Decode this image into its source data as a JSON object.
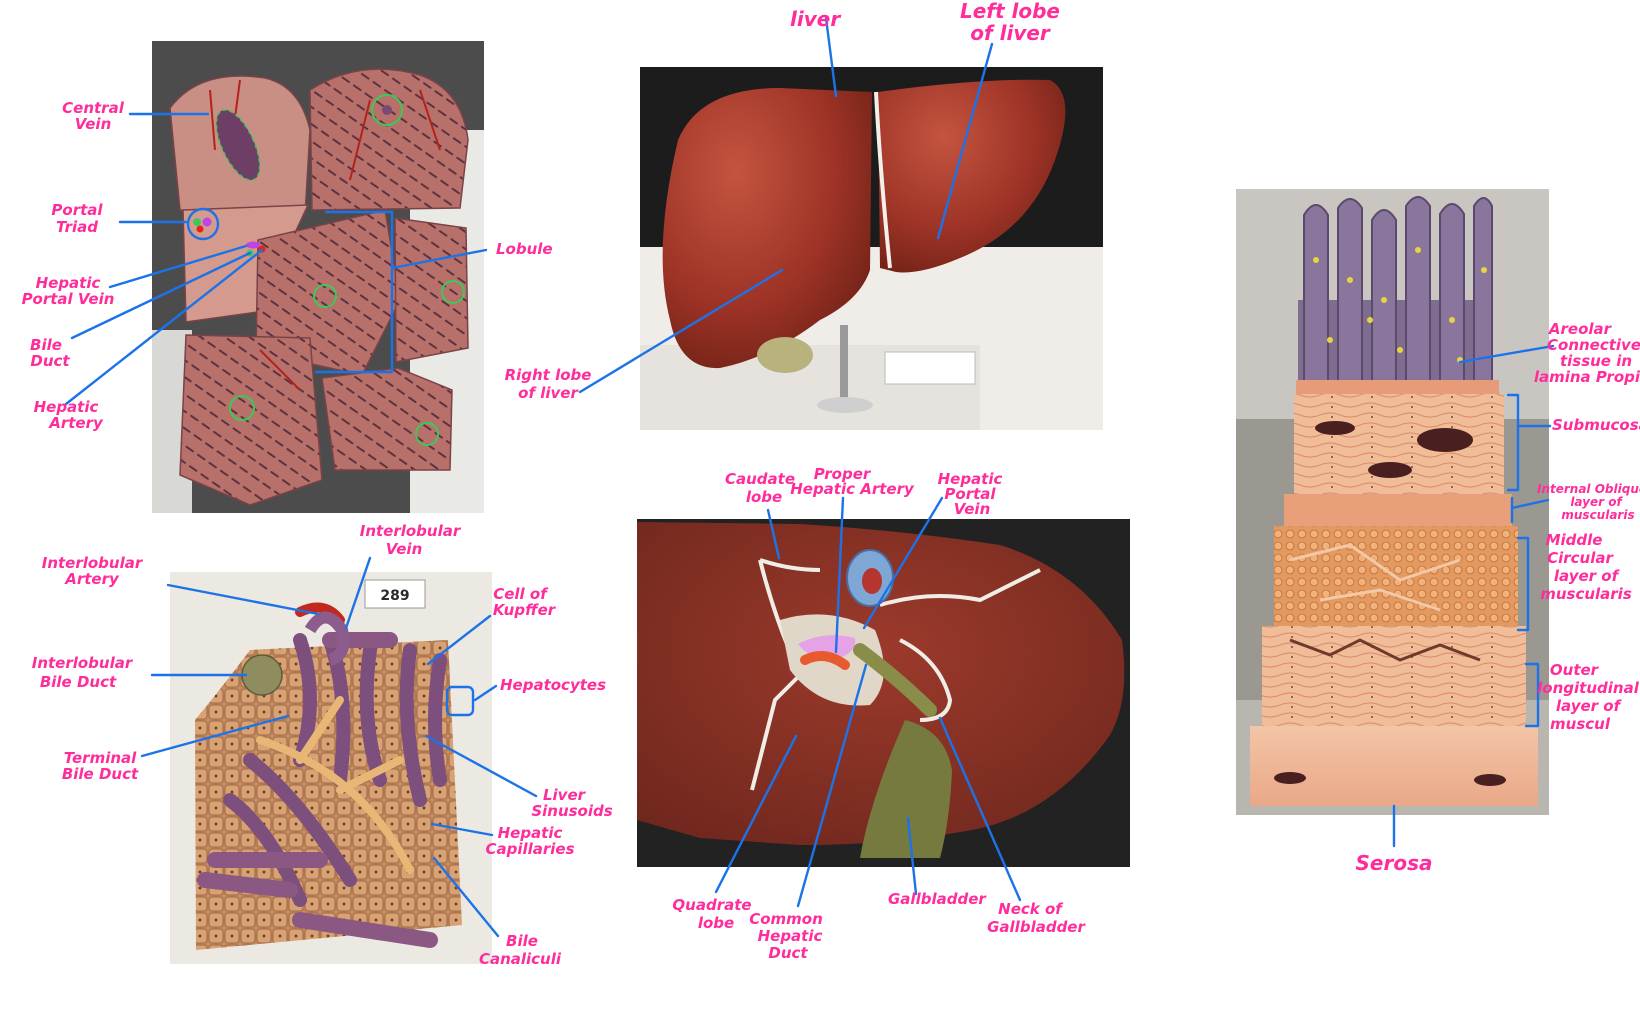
{
  "colors": {
    "label": "#ff2d9b",
    "leader": "#1c73e8",
    "marker_green": "#3ec85a"
  },
  "panel_lobule_model": {
    "labels": {
      "central_vein": [
        "Central",
        "Vein"
      ],
      "portal_triad": [
        "Portal",
        "Triad"
      ],
      "hepatic_portal_vein": [
        "Hepatic",
        "Portal Vein"
      ],
      "bile_duct": [
        "Bile",
        "Duct"
      ],
      "hepatic_artery": [
        "Hepatic",
        "Artery"
      ],
      "lobule": [
        "Lobule"
      ]
    }
  },
  "panel_liver_anterior": {
    "labels": {
      "liver": [
        "liver"
      ],
      "left_lobe": [
        "Left lobe",
        "of liver"
      ],
      "right_lobe": [
        "Right lobe",
        "of liver"
      ]
    }
  },
  "panel_microstructure": {
    "photo_number": "289",
    "labels": {
      "interlobular_artery": [
        "Interlobular",
        "Artery"
      ],
      "interlobular_vein": [
        "Interlobular",
        "Vein"
      ],
      "cell_of_kupffer": [
        "Cell of",
        "Kupffer"
      ],
      "interlobular_bile_duct": [
        "Interlobular",
        "Bile Duct"
      ],
      "hepatocytes": [
        "Hepatocytes"
      ],
      "terminal_bile_duct": [
        "Terminal",
        "Bile Duct"
      ],
      "liver_sinusoids": [
        "Liver",
        "Sinusoids"
      ],
      "hepatic_capillaries": [
        "Hepatic",
        "Capillaries"
      ],
      "bile_canaliculi": [
        "Bile",
        "Canaliculi"
      ]
    }
  },
  "panel_liver_inferior": {
    "labels": {
      "caudate_lobe": [
        "Caudate",
        "lobe"
      ],
      "proper_hepatic_artery": [
        "Proper",
        "Hepatic Artery"
      ],
      "hepatic_portal_vein": [
        "Hepatic",
        "Portal",
        "Vein"
      ],
      "quadrate_lobe": [
        "Quadrate",
        "lobe"
      ],
      "common_hepatic_duct": [
        "Common",
        "Hepatic",
        "Duct"
      ],
      "gallbladder": [
        "Gallbladder"
      ],
      "neck_of_gallbladder": [
        "Neck of",
        "Gallbladder"
      ]
    }
  },
  "panel_intestinal_wall": {
    "labels": {
      "areolar_connective_tissue": [
        "Areolar",
        "Connective",
        "tissue in",
        "lamina Propia"
      ],
      "submucosa": [
        "Submucosa"
      ],
      "internal_oblique": [
        "Internal Oblique",
        "layer of",
        "muscularis"
      ],
      "middle_circular": [
        "Middle",
        "Circular",
        "layer of",
        "muscularis"
      ],
      "outer_longitudinal": [
        "Outer",
        "longitudinal",
        "layer of",
        "muscul"
      ],
      "serosa": [
        "Serosa"
      ]
    }
  }
}
